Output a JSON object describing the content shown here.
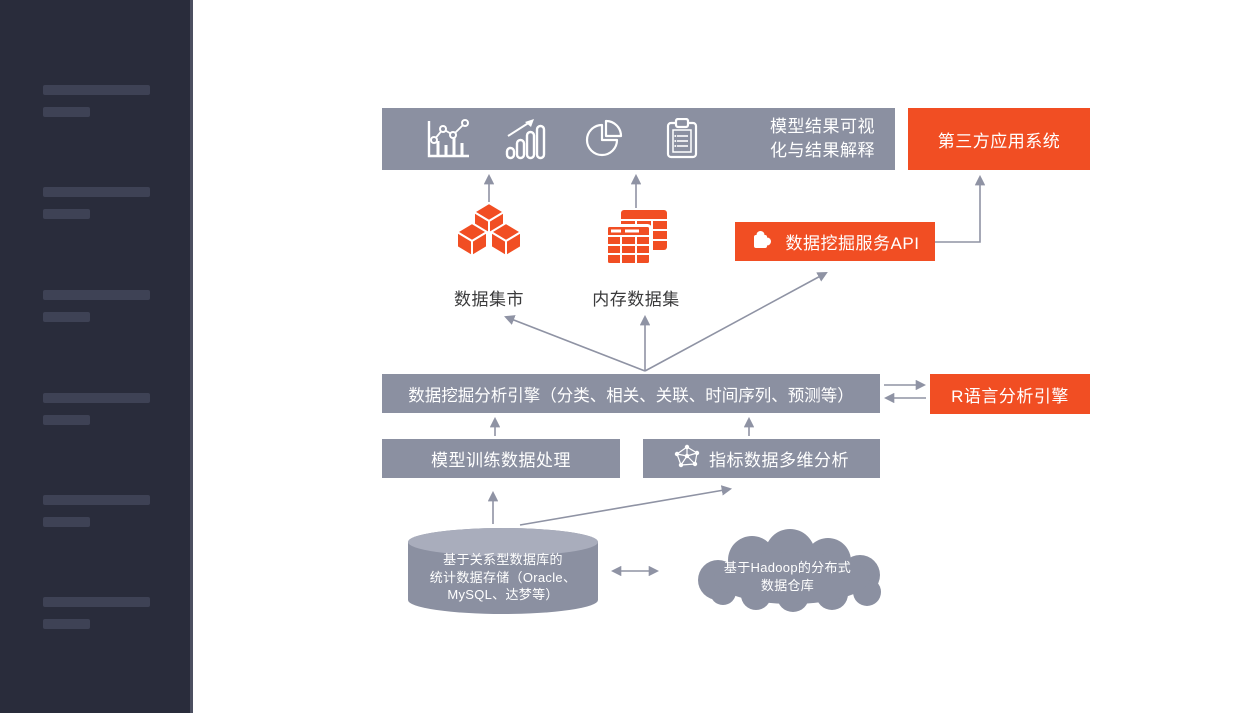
{
  "colors": {
    "accent_orange": "#f14e23",
    "node_gray": "#8b90a1",
    "sidebar_bg": "#292c3b",
    "sidebar_bar": "#3e4255",
    "connector_gray": "#8f93a4"
  },
  "sidebar": {
    "skeleton_rows": 6
  },
  "nodes": {
    "visualization": {
      "lines": [
        "模型结果可视",
        "化与结果解释"
      ],
      "icons": [
        "line-chart-icon",
        "bar-chart-icon",
        "pie-chart-icon",
        "report-clipboard-icon"
      ]
    },
    "third_party": {
      "label": "第三方应用系统"
    },
    "data_mart": {
      "label": "数据集市",
      "icon": "cubes-icon"
    },
    "memory_dataset": {
      "label": "内存数据集",
      "icon": "tables-icon"
    },
    "mining_api": {
      "label": "数据挖掘服务API",
      "icon": "puzzle-icon"
    },
    "mining_engine": {
      "label": "数据挖掘分析引擎（分类、相关、关联、时间序列、预测等）"
    },
    "r_engine": {
      "label": "R语言分析引擎"
    },
    "model_training": {
      "label": "模型训练数据处理"
    },
    "multidim_analysis": {
      "label": "指标数据多维分析",
      "icon": "network-cube-icon"
    },
    "rdbms_storage": {
      "lines": [
        "基于关系型数据库的",
        "统计数据存储（Oracle、",
        "MySQL、达梦等）"
      ]
    },
    "hadoop_warehouse": {
      "lines": [
        "基于Hadoop的分布式",
        "数据仓库"
      ]
    }
  }
}
